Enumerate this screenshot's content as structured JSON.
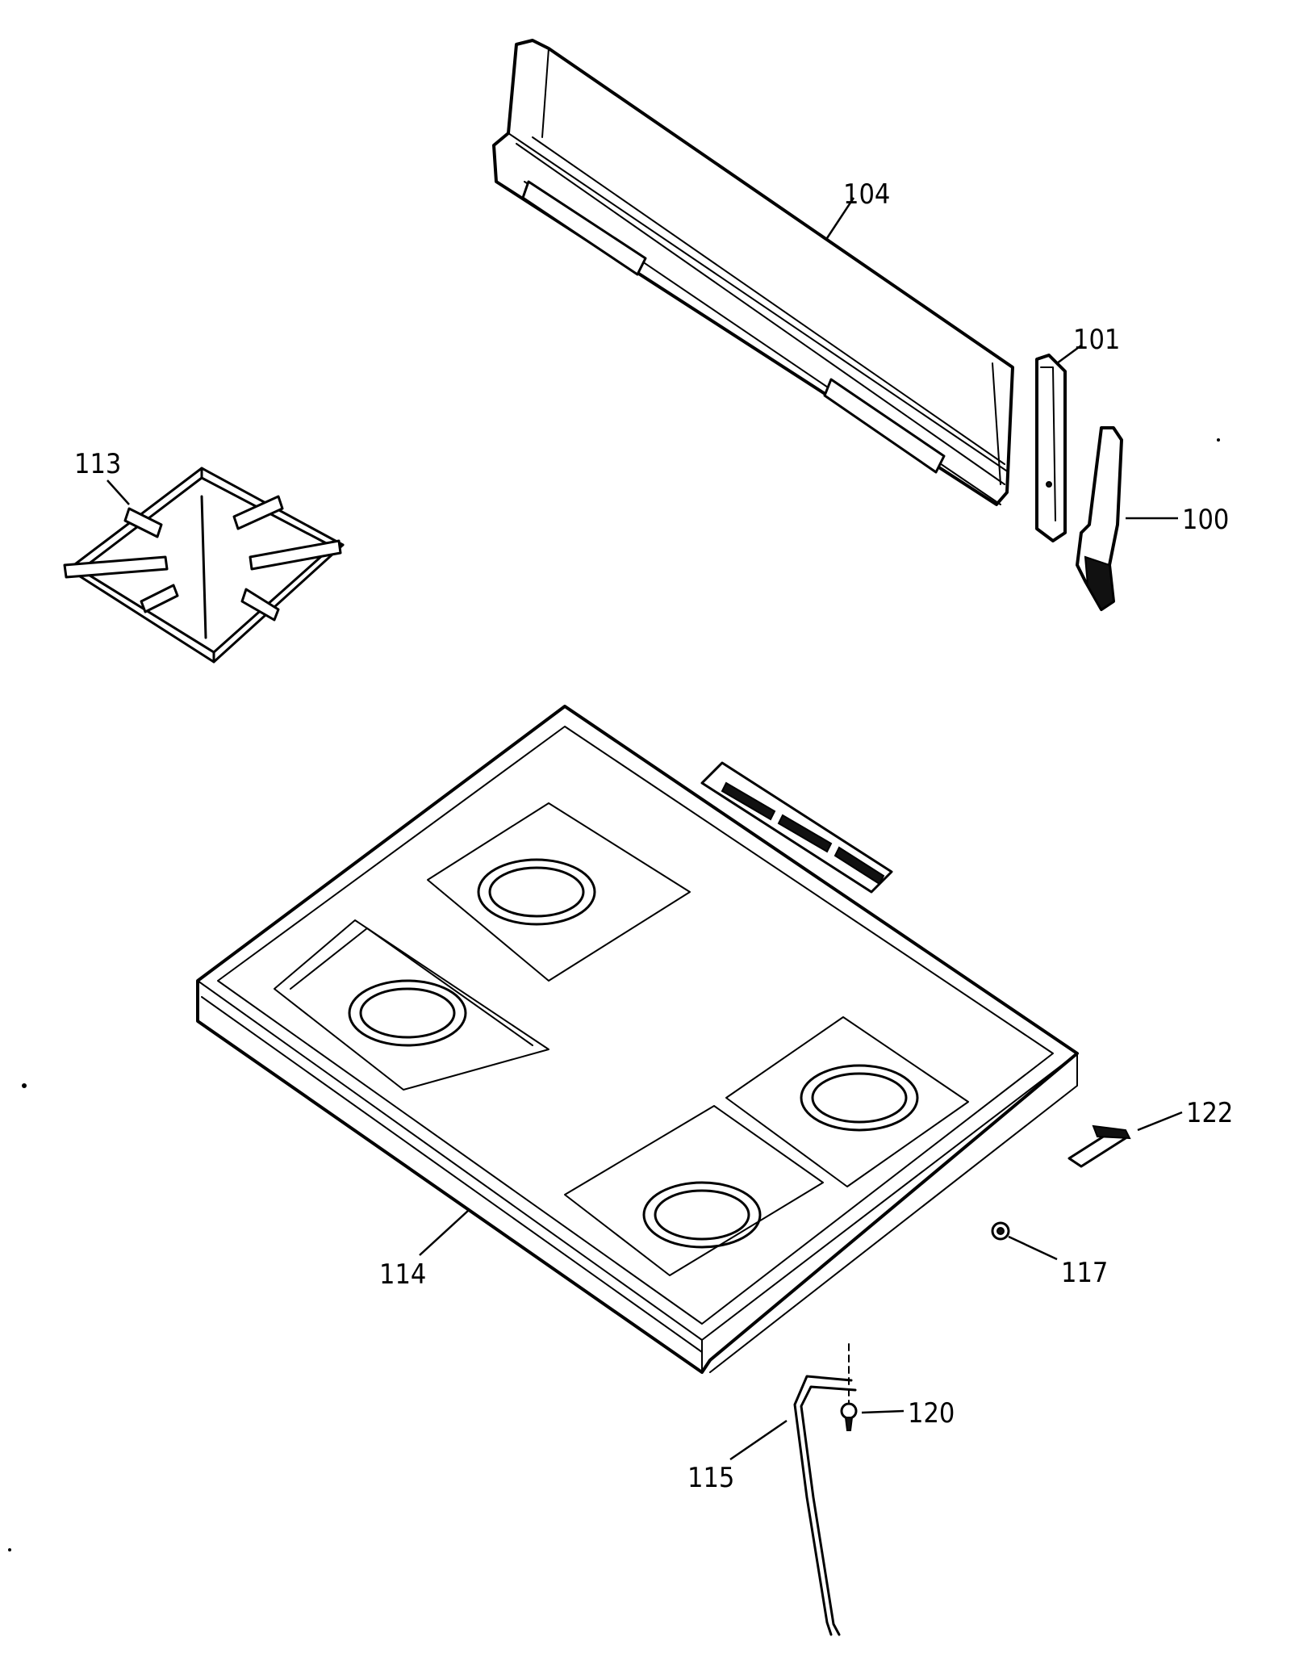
{
  "callouts": {
    "c104": "104",
    "c101": "101",
    "c100": "100",
    "c113": "113",
    "c114": "114",
    "c122": "122",
    "c117": "117",
    "c120": "120",
    "c115": "115"
  },
  "colors": {
    "line": "#000000",
    "background": "#ffffff"
  }
}
